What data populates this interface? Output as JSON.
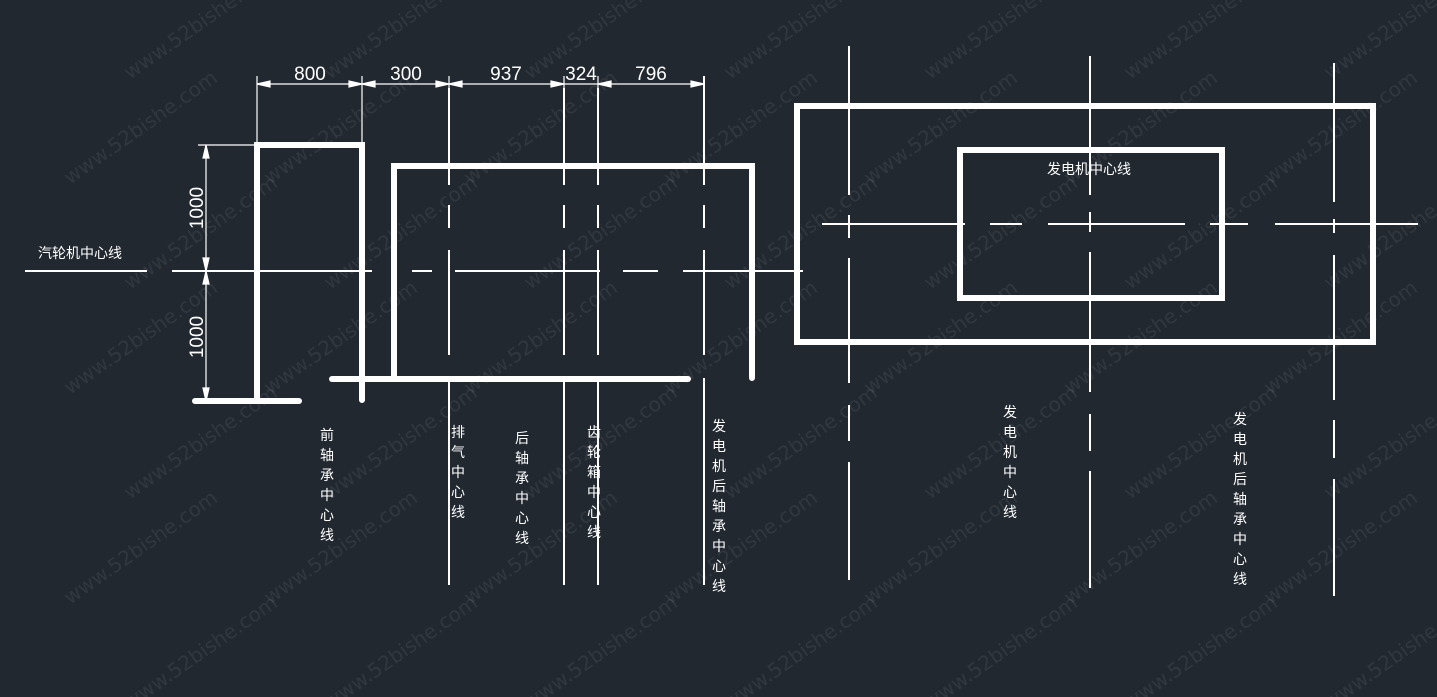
{
  "labels": {
    "turbine_centerline": "汽轮机中心线",
    "generator_centerline_horizontal": "发电机中心线",
    "front_bearing": "前轴承中心线",
    "exhaust": "排气中心线",
    "rear_bearing": "后轴承中心线",
    "gearbox": "齿轮箱中心线",
    "generator_rear_bearing_1": "发电机后轴承中心线",
    "generator_vertical": "发电机中心线",
    "generator_rear_bearing_2": "发电机后轴承中心线"
  },
  "dimensions": {
    "h1": "800",
    "h2": "300",
    "h3": "937",
    "h4": "324",
    "h5": "796",
    "v_upper": "1000",
    "v_lower": "1000"
  },
  "watermark": "www.52bishe.com",
  "colors": {
    "background": "#212830",
    "lines": "#ffffff"
  }
}
